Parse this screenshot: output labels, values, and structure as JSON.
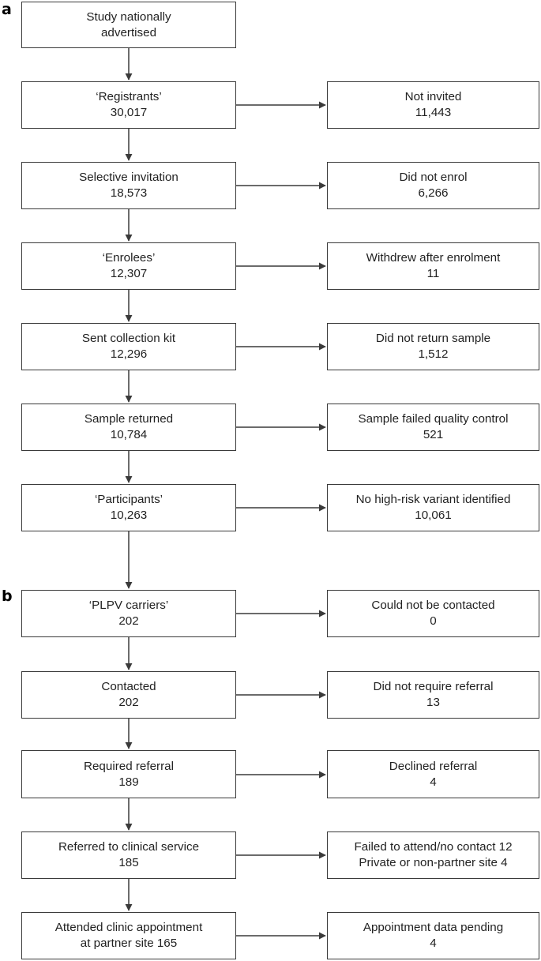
{
  "figure": {
    "type": "flowchart",
    "panels": [
      {
        "id": "a",
        "label": "a"
      },
      {
        "id": "b",
        "label": "b"
      }
    ]
  },
  "main_nodes": [
    {
      "name": "study-advertised",
      "line1": "Study nationally",
      "line2": "advertised",
      "value": ""
    },
    {
      "name": "registrants",
      "line1": "‘Registrants’",
      "line2": "30,017",
      "value": "30,017"
    },
    {
      "name": "selective-invitation",
      "line1": "Selective invitation",
      "line2": "18,573",
      "value": "18,573"
    },
    {
      "name": "enrolees",
      "line1": "‘Enrolees’",
      "line2": "12,307",
      "value": "12,307"
    },
    {
      "name": "sent-collection-kit",
      "line1": "Sent collection kit",
      "line2": "12,296",
      "value": "12,296"
    },
    {
      "name": "sample-returned",
      "line1": "Sample returned",
      "line2": "10,784",
      "value": "10,784"
    },
    {
      "name": "participants",
      "line1": "‘Participants’",
      "line2": "10,263",
      "value": "10,263"
    },
    {
      "name": "plpv-carriers",
      "line1": "‘PLPV carriers’",
      "line2": "202",
      "value": "202"
    },
    {
      "name": "contacted",
      "line1": "Contacted",
      "line2": "202",
      "value": "202"
    },
    {
      "name": "required-referral",
      "line1": "Required referral",
      "line2": "189",
      "value": "189"
    },
    {
      "name": "referred-clinical",
      "line1": "Referred to clinical service",
      "line2": "185",
      "value": "185"
    },
    {
      "name": "attended-clinic",
      "line1": "Attended clinic appointment",
      "line2": "at partner site 165",
      "value": "165"
    }
  ],
  "side_nodes": [
    {
      "name": "not-invited",
      "line1": "Not invited",
      "line2": "11,443",
      "value": "11,443"
    },
    {
      "name": "did-not-enrol",
      "line1": "Did not enrol",
      "line2": "6,266",
      "value": "6,266"
    },
    {
      "name": "withdrew-after-enrolment",
      "line1": "Withdrew after enrolment",
      "line2": "11",
      "value": "11"
    },
    {
      "name": "did-not-return-sample",
      "line1": "Did not return sample",
      "line2": "1,512",
      "value": "1,512"
    },
    {
      "name": "sample-failed-qc",
      "line1": "Sample failed quality control",
      "line2": "521",
      "value": "521"
    },
    {
      "name": "no-high-risk-variant",
      "line1": "No high-risk variant identified",
      "line2": "10,061",
      "value": "10,061"
    },
    {
      "name": "could-not-be-contacted",
      "line1": "Could not be contacted",
      "line2": "0",
      "value": "0"
    },
    {
      "name": "did-not-require-referral",
      "line1": "Did not require referral",
      "line2": "13",
      "value": "13"
    },
    {
      "name": "declined-referral",
      "line1": "Declined referral",
      "line2": "4",
      "value": "4"
    },
    {
      "name": "failed-attend-private",
      "line1": "Failed to attend/no contact 12",
      "line2": "Private or non-partner site 4",
      "value": "12, 4"
    },
    {
      "name": "appointment-data-pending",
      "line1": "Appointment data pending",
      "line2": "4",
      "value": "4"
    }
  ],
  "style": {
    "box_border_color": "#3a3a3a",
    "text_color": "#222222",
    "background": "#ffffff",
    "arrow_color": "#3a3a3a"
  }
}
